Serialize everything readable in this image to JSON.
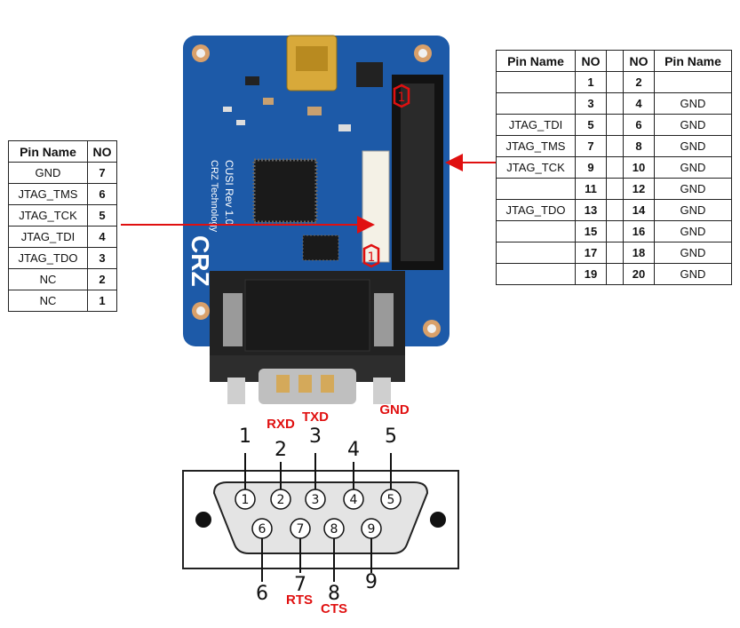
{
  "left_table": {
    "headers": [
      "Pin Name",
      "NO"
    ],
    "rows": [
      {
        "name": "GND",
        "no": "7"
      },
      {
        "name": "JTAG_TMS",
        "no": "6"
      },
      {
        "name": "JTAG_TCK",
        "no": "5"
      },
      {
        "name": "JTAG_TDI",
        "no": "4"
      },
      {
        "name": "JTAG_TDO",
        "no": "3"
      },
      {
        "name": "NC",
        "no": "2"
      },
      {
        "name": "NC",
        "no": "1"
      }
    ]
  },
  "right_table": {
    "headers": [
      "Pin Name",
      "NO",
      "",
      "NO",
      "Pin Name"
    ],
    "rows": [
      {
        "name_a": "",
        "no_a": "1",
        "no_b": "2",
        "name_b": ""
      },
      {
        "name_a": "",
        "no_a": "3",
        "no_b": "4",
        "name_b": "GND"
      },
      {
        "name_a": "JTAG_TDI",
        "no_a": "5",
        "no_b": "6",
        "name_b": "GND"
      },
      {
        "name_a": "JTAG_TMS",
        "no_a": "7",
        "no_b": "8",
        "name_b": "GND"
      },
      {
        "name_a": "JTAG_TCK",
        "no_a": "9",
        "no_b": "10",
        "name_b": "GND"
      },
      {
        "name_a": "",
        "no_a": "11",
        "no_b": "12",
        "name_b": "GND"
      },
      {
        "name_a": "JTAG_TDO",
        "no_a": "13",
        "no_b": "14",
        "name_b": "GND"
      },
      {
        "name_a": "",
        "no_a": "15",
        "no_b": "16",
        "name_b": "GND"
      },
      {
        "name_a": "",
        "no_a": "17",
        "no_b": "18",
        "name_b": "GND"
      },
      {
        "name_a": "",
        "no_a": "19",
        "no_b": "20",
        "name_b": "GND"
      }
    ]
  },
  "board": {
    "silk_model": "CUSI Rev 1.0",
    "silk_company": "CRZ Technology",
    "logo": "CRZ",
    "pin1_marker_a": "1",
    "pin1_marker_b": "1"
  },
  "db9": {
    "labels": {
      "rxd": "RXD",
      "txd": "TXD",
      "gnd": "GND",
      "rts": "RTS",
      "cts": "CTS"
    },
    "top_pins": [
      "1",
      "2",
      "3",
      "4",
      "5"
    ],
    "bottom_pins": [
      "6",
      "7",
      "8",
      "9"
    ]
  },
  "colors": {
    "pcb": "#1d5aa8",
    "arrow": "#e01010",
    "label_red": "#e01010"
  }
}
